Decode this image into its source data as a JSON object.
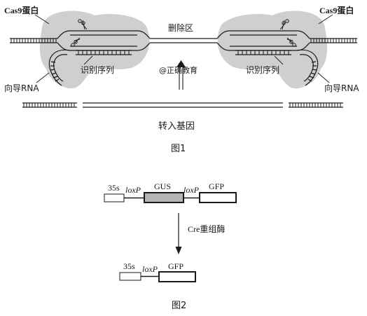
{
  "figure1": {
    "cas9_left": "Cas9蛋白",
    "cas9_right": "Cas9蛋白",
    "deletion_region": "删除区",
    "recognition_left": "识别序列",
    "recognition_right": "识别序列",
    "guide_rna_left": "向导RNA",
    "guide_rna_right": "向导RNA",
    "watermark": "@正确教育",
    "transgene": "转入基因",
    "caption": "图1"
  },
  "figure2": {
    "top": {
      "promoter": "35s",
      "lox1": "loxP",
      "gene1": "GUS",
      "lox2": "loxP",
      "gene2": "GFP"
    },
    "enzyme": "Cre重组酶",
    "bottom": {
      "promoter": "35s",
      "lox": "loxP",
      "gene": "GFP"
    },
    "caption": "图2"
  },
  "colors": {
    "protein_blob": "#cfcfcf",
    "gus_box": "#b5b5b5",
    "ink": "#1a1a1a"
  }
}
